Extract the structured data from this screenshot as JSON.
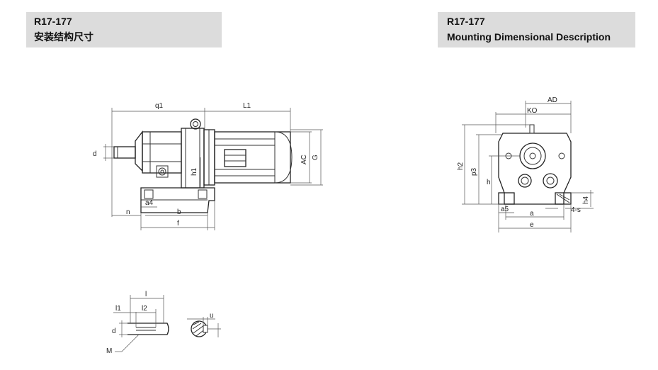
{
  "header_left": {
    "code": "R17-177",
    "title": "安装结构尺寸"
  },
  "header_right": {
    "code": "R17-177",
    "title": "Mounting Dimensional Description"
  },
  "side_view": {
    "labels": {
      "q1": "q1",
      "L1": "L1",
      "d": "d",
      "h1": "h1",
      "AC": "AC",
      "G": "G",
      "a4": "a4",
      "n": "n",
      "b": "b",
      "f": "f"
    }
  },
  "front_view": {
    "labels": {
      "AD": "AD",
      "KO": "KO",
      "h2": "h2",
      "p3": "p3",
      "h": "h",
      "h4": "h4",
      "a5": "a5",
      "a": "a",
      "four_s": "4-s",
      "e": "e"
    }
  },
  "shaft_detail": {
    "labels": {
      "l": "l",
      "l1": "l1",
      "l2": "l2",
      "d": "d",
      "M": "M",
      "u": "u"
    }
  }
}
